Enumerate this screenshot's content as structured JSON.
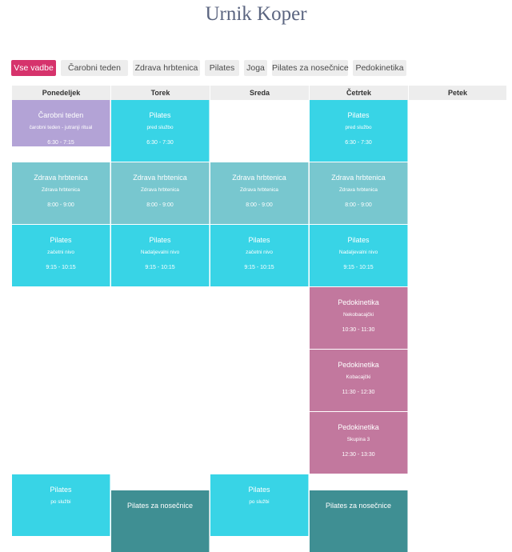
{
  "title": "Urnik Koper",
  "filters": [
    {
      "label": "Vse vadbe",
      "active": true
    },
    {
      "label": "Čarobni teden",
      "active": false
    },
    {
      "label": "Zdrava hrbtenica",
      "active": false
    },
    {
      "label": "Pilates",
      "active": false
    },
    {
      "label": "Joga",
      "active": false
    },
    {
      "label": "Pilates za nosečnice",
      "active": false
    },
    {
      "label": "Pedokinetika",
      "active": false
    }
  ],
  "days": [
    "Ponedeljek",
    "Torek",
    "Sreda",
    "Četrtek",
    "Petek"
  ],
  "colors": {
    "filter_active": "#d6336c",
    "filter_bg": "#ededed",
    "carobni": "#b3a3d6",
    "pilates": "#38d4e6",
    "hrbtenica": "#78c7cf",
    "pedokinetika": "#c2789e",
    "nosecnice": "#3f8f93"
  },
  "events": [
    {
      "day": 0,
      "slot": 0,
      "title": "Čarobni teden",
      "subtitle": "čarobni teden - jutranji ritual",
      "time": "6:30 - 7:15",
      "color": "carobni",
      "short": true
    },
    {
      "day": 1,
      "slot": 0,
      "title": "Pilates",
      "subtitle": "pred službo",
      "time": "6:30 - 7:30",
      "color": "pilates"
    },
    {
      "day": 3,
      "slot": 0,
      "title": "Pilates",
      "subtitle": "pred službo",
      "time": "6:30 - 7:30",
      "color": "pilates"
    },
    {
      "day": 0,
      "slot": 1,
      "title": "Zdrava hrbtenica",
      "subtitle": "Zdrava hrbtenica",
      "time": "8:00 - 9:00",
      "color": "hrbtenica"
    },
    {
      "day": 1,
      "slot": 1,
      "title": "Zdrava hrbtenica",
      "subtitle": "Zdrava hrbtenica",
      "time": "8:00 - 9:00",
      "color": "hrbtenica"
    },
    {
      "day": 2,
      "slot": 1,
      "title": "Zdrava hrbtenica",
      "subtitle": "Zdrava hrbtenica",
      "time": "8:00 - 9:00",
      "color": "hrbtenica"
    },
    {
      "day": 3,
      "slot": 1,
      "title": "Zdrava hrbtenica",
      "subtitle": "Zdrava hrbtenica",
      "time": "8:00 - 9:00",
      "color": "hrbtenica"
    },
    {
      "day": 0,
      "slot": 2,
      "title": "Pilates",
      "subtitle": "začetni nivo",
      "time": "9:15 - 10:15",
      "color": "pilates"
    },
    {
      "day": 1,
      "slot": 2,
      "title": "Pilates",
      "subtitle": "Nadaljevalni nivo",
      "time": "9:15 - 10:15",
      "color": "pilates"
    },
    {
      "day": 2,
      "slot": 2,
      "title": "Pilates",
      "subtitle": "začetni nivo",
      "time": "9:15 - 10:15",
      "color": "pilates"
    },
    {
      "day": 3,
      "slot": 2,
      "title": "Pilates",
      "subtitle": "Nadaljevalni nivo",
      "time": "9:15 - 10:15",
      "color": "pilates"
    },
    {
      "day": 3,
      "slot": 3,
      "title": "Pedokinetika",
      "subtitle": "Nekobacajčki",
      "time": "10:30 - 11:30",
      "color": "pedokinetika"
    },
    {
      "day": 3,
      "slot": 4,
      "title": "Pedokinetika",
      "subtitle": "Kobacajčki",
      "time": "11:30 - 12:30",
      "color": "pedokinetika"
    },
    {
      "day": 3,
      "slot": 5,
      "title": "Pedokinetika",
      "subtitle": "Skupina 3",
      "time": "12:30 - 13:30",
      "color": "pedokinetika"
    },
    {
      "day": 0,
      "slot": 6,
      "title": "Pilates",
      "subtitle": "po službi",
      "time": "",
      "color": "pilates"
    },
    {
      "day": 1,
      "slot": 6,
      "offset": 1,
      "title": "Pilates za nosečnice",
      "subtitle": "",
      "time": "",
      "color": "nosecnice"
    },
    {
      "day": 2,
      "slot": 6,
      "title": "Pilates",
      "subtitle": "po službi",
      "time": "",
      "color": "pilates"
    },
    {
      "day": 3,
      "slot": 6,
      "offset": 1,
      "title": "Pilates za nosečnice",
      "subtitle": "",
      "time": "",
      "color": "nosecnice"
    }
  ]
}
